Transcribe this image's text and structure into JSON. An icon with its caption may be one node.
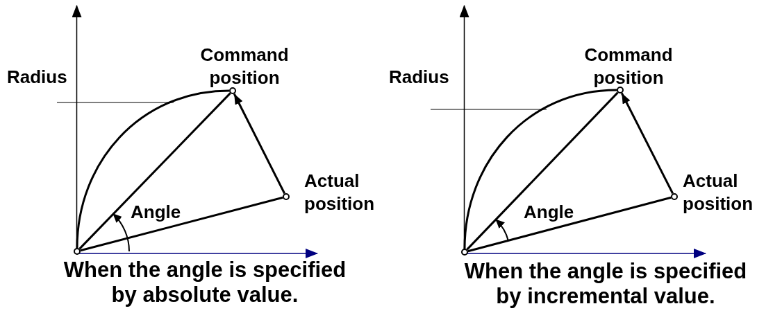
{
  "diagram": {
    "nodes": [
      {
        "text": [],
        "shape": "circle"
      },
      {
        "text": [],
        "shape": "circle",
        "beside": [
          "Command position"
        ]
      },
      {
        "text": [],
        "shape": "circle",
        "beside": [
          "Actual position"
        ]
      },
      {
        "text": [],
        "shape": "circle"
      },
      {
        "text": [],
        "shape": "circle",
        "beside": [
          "Command position"
        ]
      },
      {
        "text": [],
        "shape": "circle",
        "beside": [
          "Actual position"
        ]
      }
    ],
    "edges": [
      {
        "from": 0,
        "to": 1,
        "arrow": "none"
      },
      {
        "from": 0,
        "to": 2,
        "arrow": "none"
      },
      {
        "from": 2,
        "to": 1,
        "arrow": "to"
      },
      {
        "from": 0,
        "to": 1,
        "arrow": "none"
      },
      {
        "from": 3,
        "to": 4,
        "arrow": "none"
      },
      {
        "from": 3,
        "to": 5,
        "arrow": "none"
      },
      {
        "from": 5,
        "to": 4,
        "arrow": "to"
      },
      {
        "from": 3,
        "to": 4,
        "arrow": "none"
      }
    ],
    "labels": [
      "Radius",
      "Angle",
      "When the angle is specified by absolute value.",
      "Radius",
      "Angle",
      "When the angle is specified by incremental value."
    ]
  }
}
